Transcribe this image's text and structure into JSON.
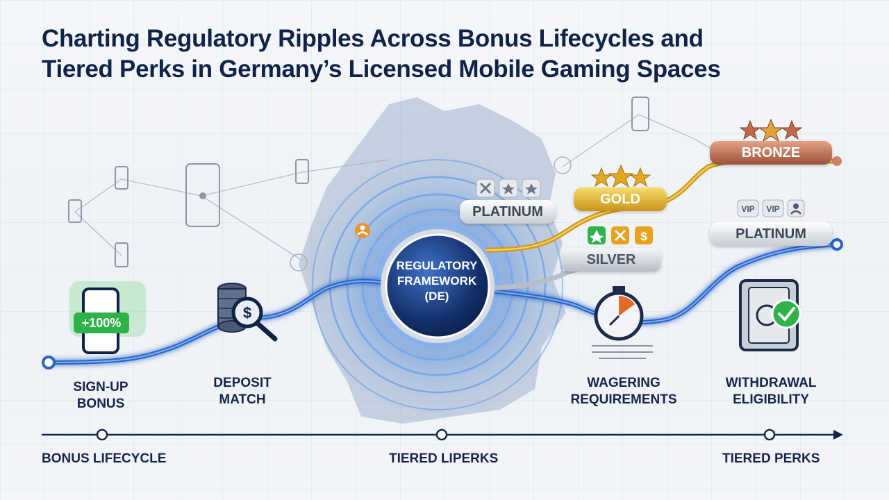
{
  "title_line1": "Charting Regulatory Ripples Across Bonus Lifecycles and",
  "title_line2": "Tiered Perks in Germany’s Licensed Mobile Gaming Spaces",
  "center": {
    "line1": "REGULATORY",
    "line2": "FRAMEWORK",
    "line3": "(DE)"
  },
  "stages": [
    {
      "line1": "SIGN-UP",
      "line2": "BONUS",
      "icon": "smartphone-icon",
      "badge": "+100%"
    },
    {
      "line1": "DEPOSIT",
      "line2": "MATCH",
      "icon": "coin-stack-magnifier-icon",
      "badge": "$"
    },
    {
      "line1": "WAGERING",
      "line2": "REQUIREMENTS",
      "icon": "stopwatch-icon"
    },
    {
      "line1": "WITHDRAWAL",
      "line2": "ELIGIBILITY",
      "icon": "vault-checkmark-icon"
    }
  ],
  "tiers": {
    "platinum_left": "PLATINUM",
    "gold": "GOLD",
    "silver": "SILVER",
    "bronze": "BRONZE",
    "platinum_right": "PLATINUM",
    "vip1": "VIP",
    "vip2": "VIP"
  },
  "axis": {
    "left": "BONUS LIFECYCLE",
    "middle": "TIERED LIPERKS",
    "right": "TIERED PERKS"
  },
  "colors": {
    "navy": "#0f2247",
    "blue": "#2f6fd1",
    "gold": "#d8a821",
    "silver": "#b9bec6",
    "bronze": "#b8664a",
    "green": "#2fb24a"
  }
}
